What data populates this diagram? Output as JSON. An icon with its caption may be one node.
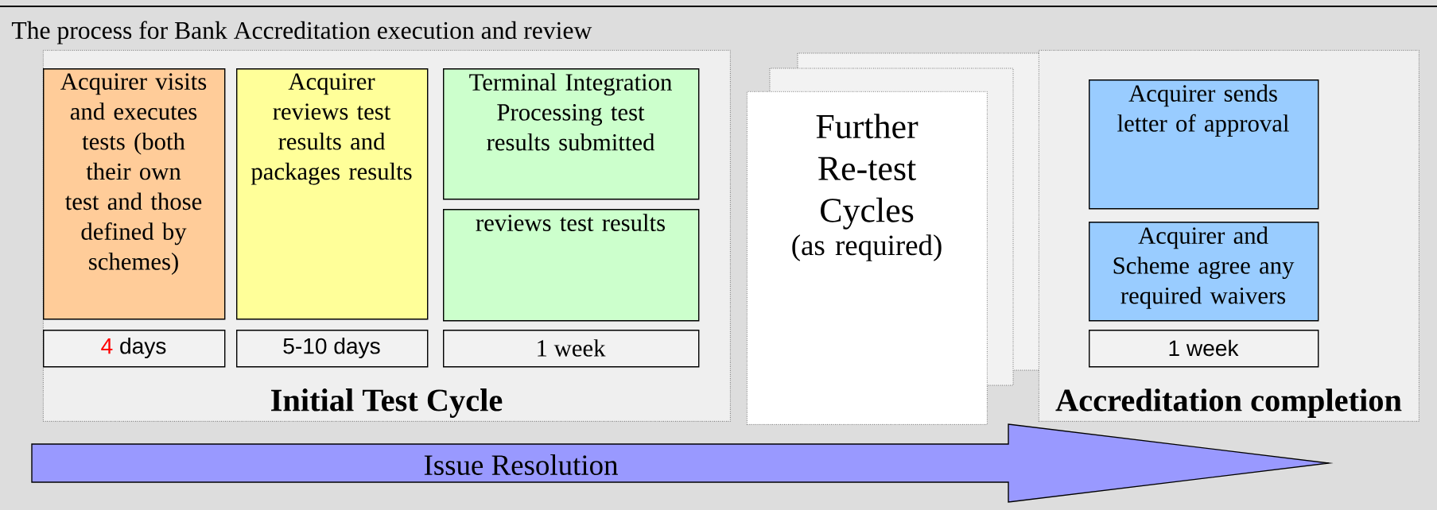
{
  "diagram": {
    "title": "The process for Bank Accreditation execution and review",
    "nodes": [
      {
        "text": [
          "Initial Test Cycle"
        ]
      },
      {
        "text": [
          "Acquirer visits and executes tests (both their own test and those defined by schemes)"
        ],
        "in": 0
      },
      {
        "text": [
          "Acquirer reviews test results and packages results"
        ],
        "in": 0
      },
      {
        "text": [
          "Terminal Integration Processing test results submitted"
        ],
        "in": 0
      },
      {
        "text": [
          "reviews test results"
        ],
        "in": 0
      },
      {
        "text": [
          "4",
          "days"
        ],
        "in": 0
      },
      {
        "text": [
          "5-10 days"
        ],
        "in": 0
      },
      {
        "text": [
          "1 week"
        ],
        "in": 0
      },
      {
        "text": [
          "Further Re-test Cycles",
          "(as required)"
        ]
      },
      {
        "text": [
          "Accreditation completion"
        ]
      },
      {
        "text": [
          "Acquirer sends letter of approval"
        ],
        "in": 9
      },
      {
        "text": [
          "Acquirer and Scheme agree any required waivers"
        ],
        "in": 9
      },
      {
        "text": [
          "1 week"
        ],
        "in": 9
      },
      {
        "text": [
          "Issue Resolution"
        ]
      }
    ]
  }
}
